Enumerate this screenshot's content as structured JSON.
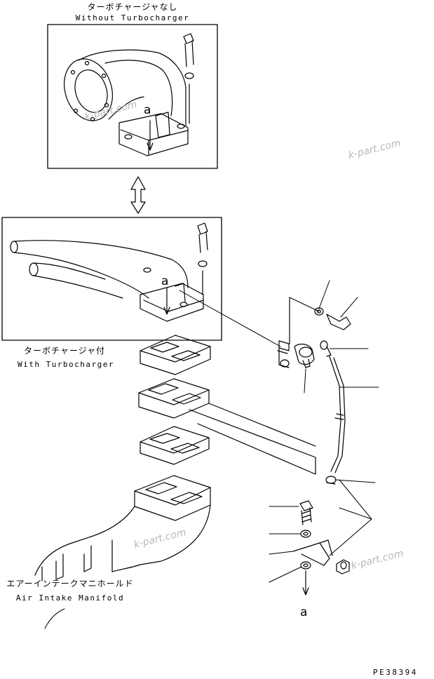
{
  "labels": {
    "without_jp": "ターボチャージャなし",
    "without_en": "Without Turbocharger",
    "with_jp": "ターボチャージャ付",
    "with_en": "With Turbocharger",
    "manifold_jp": "エアーインテークマニホールド",
    "manifold_en": "Air Intake Manifold",
    "ref_a": "a",
    "part_code": "PE38394"
  },
  "watermark": "k-part.com"
}
